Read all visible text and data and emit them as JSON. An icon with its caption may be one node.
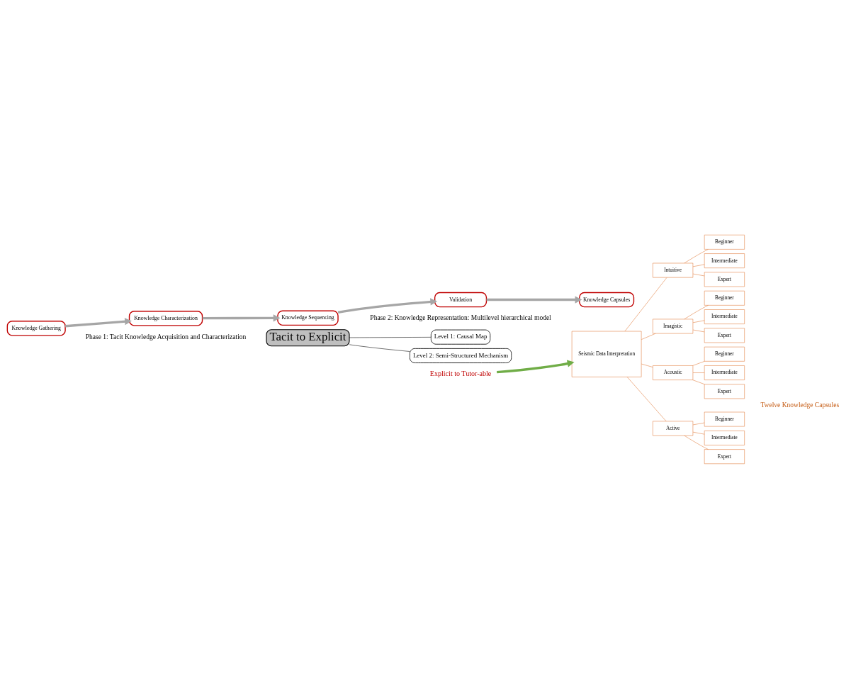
{
  "diagram": {
    "nodes": [
      {
        "text": [
          "Knowledge Gathering"
        ]
      },
      {
        "text": [
          "Knowledge Characterization"
        ]
      },
      {
        "text": [
          "Knowledge Sequencing"
        ]
      },
      {
        "text": [
          "Validation"
        ]
      },
      {
        "text": [
          "Knowledge Capsules"
        ]
      },
      {
        "text": [
          "Tacit to Explicit"
        ]
      },
      {
        "text": [
          "Level 1: Causal Map"
        ]
      },
      {
        "text": [
          "Level 2: Semi-Structured Mechanism"
        ]
      },
      {
        "text": [
          "Seismic Data Interpretation"
        ]
      },
      {
        "text": [
          "Intuitive"
        ]
      },
      {
        "text": [
          "Beginner"
        ]
      },
      {
        "text": [
          "Intermediate"
        ]
      },
      {
        "text": [
          "Expert"
        ]
      },
      {
        "text": [
          "Imagistic"
        ]
      },
      {
        "text": [
          "Beginner"
        ]
      },
      {
        "text": [
          "Intermediate"
        ]
      },
      {
        "text": [
          "Expert"
        ]
      },
      {
        "text": [
          "Acoustic"
        ]
      },
      {
        "text": [
          "Beginner"
        ]
      },
      {
        "text": [
          "Intermediate"
        ]
      },
      {
        "text": [
          "Expert"
        ]
      },
      {
        "text": [
          "Active"
        ]
      },
      {
        "text": [
          "Beginner"
        ]
      },
      {
        "text": [
          "Intermediate"
        ]
      },
      {
        "text": [
          "Expert"
        ]
      },
      {
        "text": [
          "Explicit to Tutor-able"
        ]
      }
    ],
    "edges": [
      {
        "from": 0,
        "to": 1,
        "arrow": "to",
        "style": "thick",
        "color": "#a6a6a6"
      },
      {
        "from": 1,
        "to": 2,
        "arrow": "to",
        "style": "thick",
        "color": "#a6a6a6"
      },
      {
        "from": 2,
        "to": 3,
        "arrow": "to",
        "style": "thick",
        "color": "#a6a6a6"
      },
      {
        "from": 3,
        "to": 4,
        "arrow": "to",
        "style": "thick",
        "color": "#a6a6a6"
      },
      {
        "from": 5,
        "to": 6,
        "arrow": "none",
        "color": "#000000"
      },
      {
        "from": 5,
        "to": 7,
        "arrow": "none",
        "color": "#000000"
      },
      {
        "from": 8,
        "to": 9,
        "arrow": "none"
      },
      {
        "from": 8,
        "to": 13,
        "arrow": "none"
      },
      {
        "from": 8,
        "to": 17,
        "arrow": "none"
      },
      {
        "from": 8,
        "to": 21,
        "arrow": "none"
      },
      {
        "from": 9,
        "to": 10,
        "arrow": "none"
      },
      {
        "from": 9,
        "to": 11,
        "arrow": "none"
      },
      {
        "from": 9,
        "to": 12,
        "arrow": "none"
      },
      {
        "from": 13,
        "to": 14,
        "arrow": "none"
      },
      {
        "from": 13,
        "to": 15,
        "arrow": "none"
      },
      {
        "from": 13,
        "to": 16,
        "arrow": "none"
      },
      {
        "from": 17,
        "to": 18,
        "arrow": "none"
      },
      {
        "from": 17,
        "to": 19,
        "arrow": "none"
      },
      {
        "from": 17,
        "to": 20,
        "arrow": "none"
      },
      {
        "from": 21,
        "to": 22,
        "arrow": "none"
      },
      {
        "from": 21,
        "to": 23,
        "arrow": "none"
      },
      {
        "from": 21,
        "to": 24,
        "arrow": "none"
      },
      {
        "from": 25,
        "to": 8,
        "arrow": "to",
        "style": "thick",
        "color": "#70ad47"
      }
    ],
    "labels": [
      "Phase 1: Tacit Knowledge Acquisition and Characterization",
      "Phase 2: Knowledge Representation: Multilevel hierarchical model",
      "Twelve Knowledge Capsules"
    ]
  }
}
